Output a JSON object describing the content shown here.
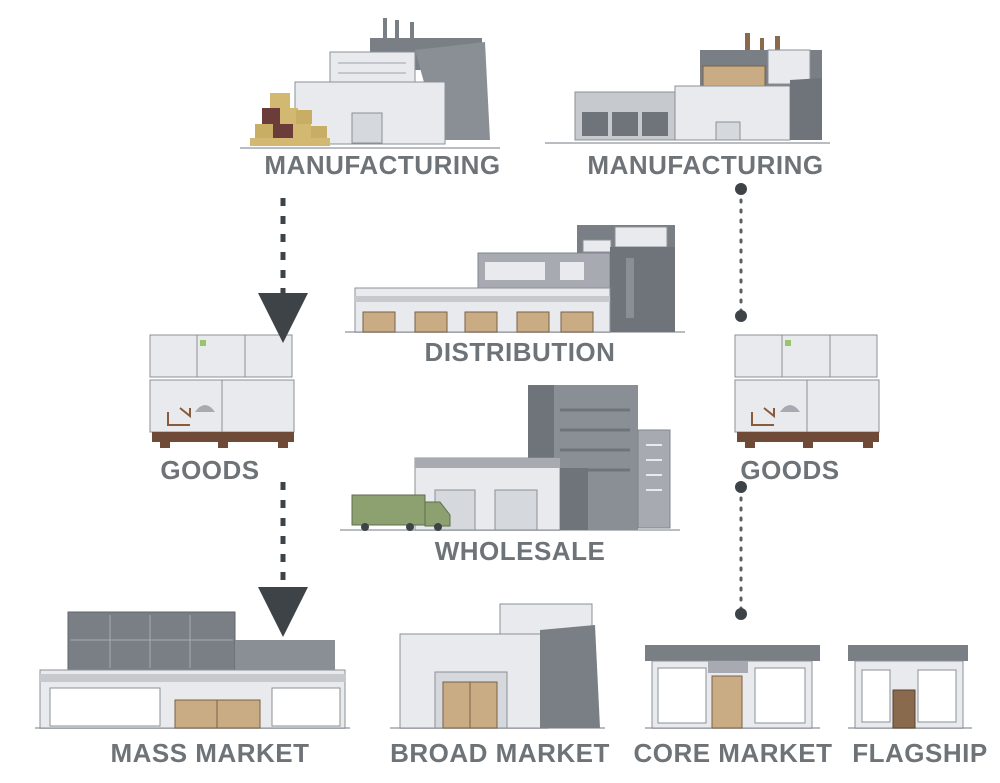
{
  "labels": {
    "manufacturing_left": "MANUFACTURING",
    "manufacturing_right": "MANUFACTURING",
    "distribution": "DISTRIBUTION",
    "wholesale": "WHOLESALE",
    "goods_left": "GOODS",
    "goods_right": "GOODS",
    "mass_market": "MASS MARKET",
    "broad_market": "BROAD MARKET",
    "core_market": "CORE MARKET",
    "flagship": "FLAGSHIP"
  },
  "colors": {
    "label": "#6e7378",
    "building_light": "#e8eaee",
    "building_mid": "#a7abb1",
    "building_dark": "#6f747a",
    "door": "#c9ab84",
    "box": "#d2b870",
    "box_dark": "#6b3c39",
    "truck": "#8da070",
    "arrow": "#3e4348"
  }
}
